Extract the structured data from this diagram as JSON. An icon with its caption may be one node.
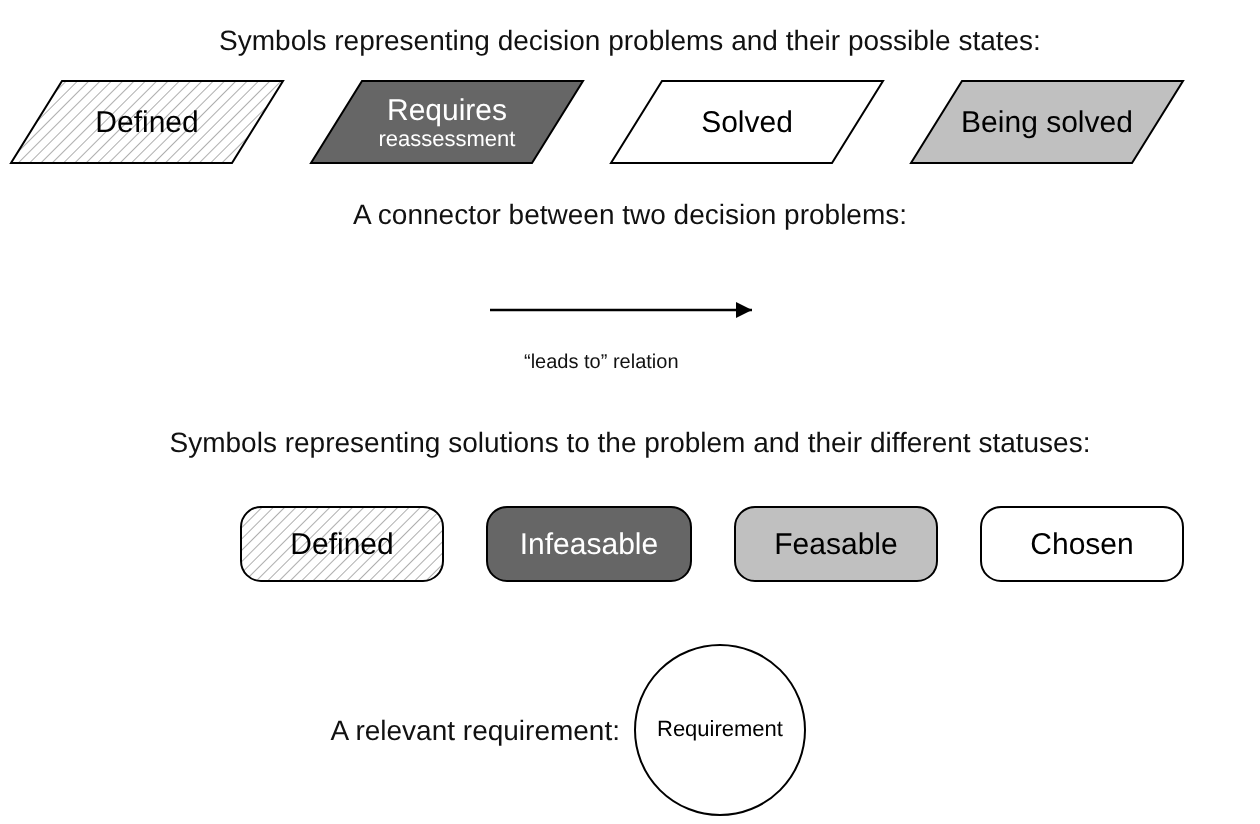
{
  "diagram": {
    "nodes": [
      {
        "text": [
          "Defined"
        ]
      },
      {
        "text": [
          "Requires",
          "reassessment"
        ]
      },
      {
        "text": [
          "Solved"
        ]
      },
      {
        "text": [
          "Being solved"
        ]
      },
      {
        "text": [
          "Defined"
        ]
      },
      {
        "text": [
          "Infeasable"
        ]
      },
      {
        "text": [
          "Feasable"
        ]
      },
      {
        "text": [
          "Chosen"
        ]
      },
      {
        "text": [
          "Requirement"
        ]
      }
    ],
    "labels": [
      "Symbols representing decision problems and their possible states:",
      "A connector between two decision problems:",
      "“leads to” relation",
      "Symbols representing solutions to the problem and their different statuses:",
      "A relevant requirement:"
    ]
  }
}
